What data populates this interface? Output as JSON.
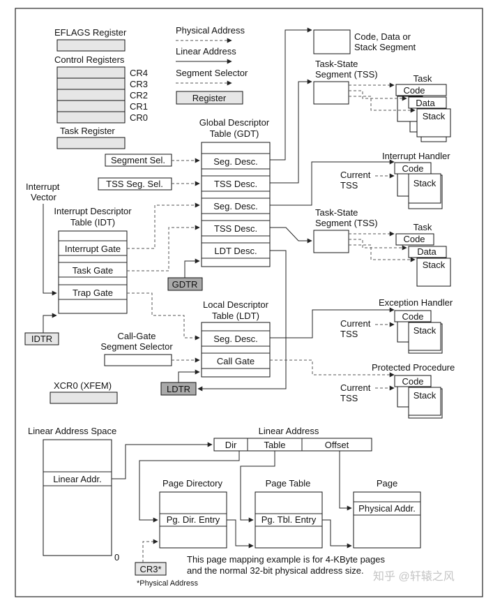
{
  "legend": {
    "eflags": "EFLAGS Register",
    "control_registers": "Control Registers",
    "cr": [
      "CR4",
      "CR3",
      "CR2",
      "CR1",
      "CR0"
    ],
    "task_register": "Task Register",
    "physical_address": "Physical Address",
    "linear_address": "Linear Address",
    "segment_selector": "Segment Selector",
    "register": "Register"
  },
  "gdt": {
    "title": [
      "Global Descriptor",
      "Table (GDT)"
    ],
    "rows": [
      "Seg. Desc.",
      "TSS Desc.",
      "Seg. Desc.",
      "TSS Desc.",
      "LDT Desc."
    ],
    "register": "GDTR"
  },
  "idt": {
    "title": [
      "Interrupt Descriptor",
      "Table (IDT)"
    ],
    "rows": [
      "Interrupt Gate",
      "Task Gate",
      "Trap Gate"
    ],
    "register": "IDTR",
    "vector": [
      "Interrupt",
      "Vector"
    ]
  },
  "ldt": {
    "title": [
      "Local Descriptor",
      "Table (LDT)"
    ],
    "rows": [
      "Seg. Desc.",
      "Call Gate"
    ],
    "register": "LDTR"
  },
  "selectors": {
    "segment_sel": "Segment Sel.",
    "tss_seg_sel": "TSS Seg. Sel.",
    "call_gate_sel": [
      "Call-Gate",
      "Segment Selector"
    ]
  },
  "xcr0": "XCR0 (XFEM)",
  "right": {
    "code_data_stack": [
      "Code, Data or",
      "Stack Segment"
    ],
    "tss_title": [
      "Task-State",
      "Segment (TSS)"
    ],
    "task": "Task",
    "code": "Code",
    "data": "Data",
    "stack": "Stack",
    "interrupt_handler": "Interrupt Handler",
    "exception_handler": "Exception Handler",
    "protected_procedure": "Protected Procedure",
    "current_tss": [
      "Current",
      "TSS"
    ]
  },
  "paging": {
    "linear_address_space": "Linear Address Space",
    "linear_addr": "Linear Addr.",
    "zero": "0",
    "linear_address": "Linear Address",
    "fields": [
      "Dir",
      "Table",
      "Offset"
    ],
    "page_directory": "Page Directory",
    "pg_dir_entry": "Pg. Dir. Entry",
    "page_table": "Page Table",
    "pg_tbl_entry": "Pg. Tbl. Entry",
    "page": "Page",
    "physical_addr": "Physical Addr.",
    "cr3": "CR3*",
    "physical_address_note": "*Physical Address",
    "note": [
      "This page mapping example is for 4-KByte pages",
      "and the normal 32-bit physical address size."
    ]
  },
  "watermark": "知乎 @轩辕之风"
}
